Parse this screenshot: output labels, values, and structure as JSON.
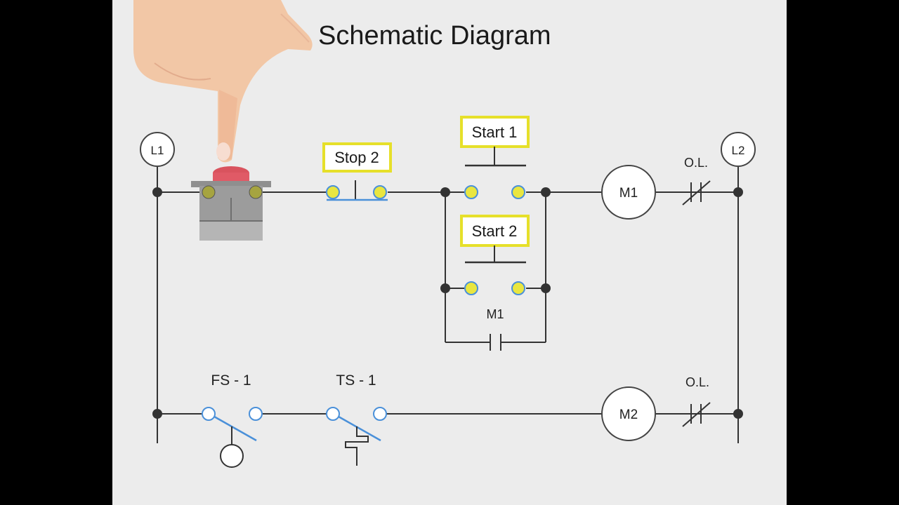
{
  "title": "Schematic Diagram",
  "terminals": {
    "l1": "L1",
    "l2": "L2"
  },
  "rung1": {
    "stop_label": "Stop 2",
    "start1_label": "Start 1",
    "start2_label": "Start 2",
    "holding_contact_label": "M1",
    "motor_label": "M1",
    "overload_label": "O.L."
  },
  "rung2": {
    "float_switch_label": "FS - 1",
    "temp_switch_label": "TS - 1",
    "motor_label": "M2",
    "overload_label": "O.L."
  },
  "colors": {
    "highlight_box": "#e6e02a",
    "energized_terminal": "#e9e640",
    "switch_blue": "#4a90d9",
    "wire": "#333333",
    "background": "#ececec"
  }
}
